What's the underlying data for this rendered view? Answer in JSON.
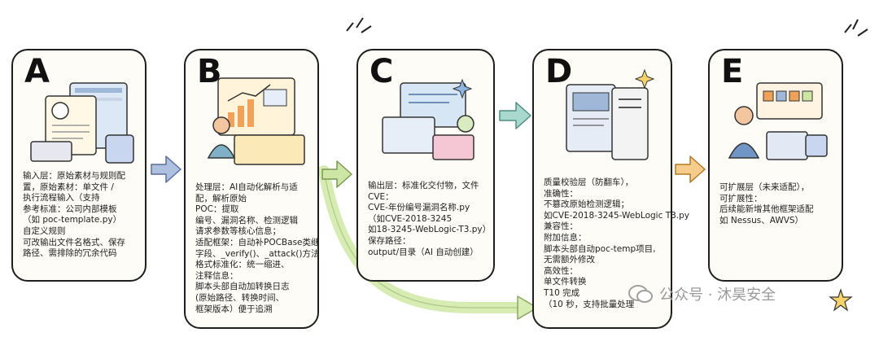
{
  "cards": [
    {
      "letter": "A",
      "lines": [
        "输入层：原始素材与规则配置，原始素材：单文件 /",
        "执行流程输入（支持",
        "参考标准：公司内部模板",
        "（如 poc-template.py）",
        "自定义规则",
        "可改输出文件名格式、保存",
        "路径、需排除的冗余代码"
      ]
    },
    {
      "letter": "B",
      "lines": [
        "处理层：AI自动化解析与适",
        "配，解析原始",
        "POC：提取",
        "编号、漏洞名称、检测逻辑",
        "请求参数等核心信息；",
        "适配框架：自动补POCBase类继",
        "字段、_verify()、_attack()方法",
        "格式标准化：统一缩进、",
        "注释信息：",
        "脚本头部自动加转换日志",
        "(原始路径、转换时间、",
        "框架版本）便于追溯"
      ]
    },
    {
      "letter": "C",
      "lines": [
        "输出层：标准化交付物，文件",
        "CVE：",
        "CVE-年份编号漏洞名称.py",
        "（如CVE-2018-3245",
        "如18-3245-WebLogic-T3.py）",
        "保存路径：",
        "output/目录（AI 自动创建）"
      ]
    },
    {
      "letter": "D",
      "lines": [
        "质量校验层（防翻车），",
        "准确性：",
        "不篡改原始检测逻辑；",
        "如CVE-2018-3245-WebLogic T3.py",
        "兼容性：",
        "附加信息：",
        "脚本头部自动poc-temp项目,",
        "无需额外修改",
        "高效性：",
        "单文件转换",
        "T10 完成",
        "（10 秒，支持批量处理"
      ]
    },
    {
      "letter": "E",
      "lines": [
        "可扩展层（未来适配），",
        "可扩展性：",
        "后续能新增其他框架适配",
        "如 Nessus、AWVS）"
      ]
    }
  ],
  "watermark": {
    "text": "公众号 · 沐昊安全"
  },
  "colors": {
    "arrow_blue": "#aebfe0",
    "arrow_green": "#cde6a6",
    "arrow_teal": "#a9d8cf",
    "arrow_orange": "#f6cc8c",
    "long_arrow_green": "#d6ecb2"
  }
}
